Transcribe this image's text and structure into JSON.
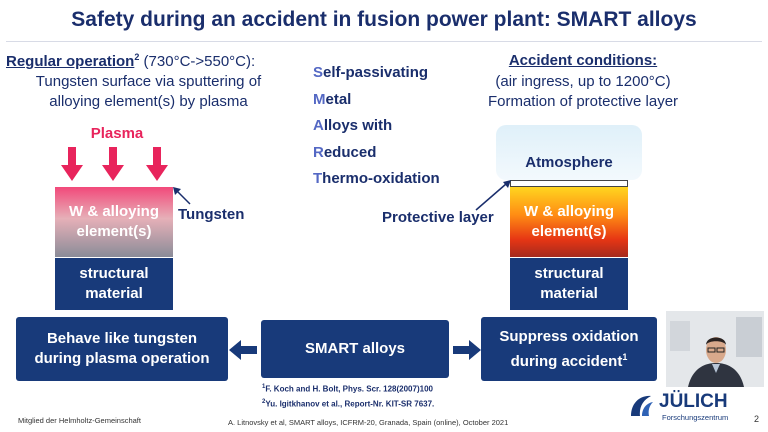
{
  "title": "Safety during an accident in fusion power plant: SMART alloys",
  "left": {
    "header": "Regular operation",
    "header_sup": "2",
    "header_temp": " (730°C->550°C):",
    "desc_line1": "Tungsten surface via sputtering of",
    "desc_line2": "alloying element(s) by plasma",
    "plasma_label": "Plasma",
    "box_line1": "W & alloying",
    "box_line2": "element(s)",
    "tungsten_label": "Tungsten",
    "struct_line1": "structural",
    "struct_line2": "material"
  },
  "smart_acronym": [
    {
      "initial": "S",
      "rest": "elf-passivating"
    },
    {
      "initial": "M",
      "rest": "etal"
    },
    {
      "initial": "A",
      "rest": "lloys with"
    },
    {
      "initial": "R",
      "rest": "educed"
    },
    {
      "initial": "T",
      "rest": "hermo-oxidation"
    }
  ],
  "right": {
    "header": "Accident conditions:",
    "desc_line1": "(air ingress, up to 1200°C)",
    "desc_line2": "Formation of protective layer",
    "atmosphere_label": "Atmosphere",
    "protective_label": "Protective layer",
    "box_line1": "W & alloying",
    "box_line2": "element(s)",
    "struct_line1": "structural",
    "struct_line2": "material"
  },
  "bottom": {
    "left_line1": "Behave like tungsten",
    "left_line2": "during plasma operation",
    "center": "SMART alloys",
    "right_line1": "Suppress oxidation",
    "right_line2": "during accident",
    "right_sup": "1"
  },
  "refs": [
    {
      "num": "1",
      "text": "F. Koch and H. Bolt, Phys. Scr. 128(2007)100"
    },
    {
      "num": "2",
      "text": "Yu. Igitkhanov et al., Report-Nr. KIT-SR 7637."
    }
  ],
  "footer": {
    "left": "Mitglied der Helmholtz-Gemeinschaft",
    "center": "A. Litnovsky et al, SMART alloys, ICFRM-20, Granada, Spain (online), October 2021",
    "logo_word": "JÜLICH",
    "logo_sub": "Forschungszentrum",
    "page": "2"
  },
  "colors": {
    "navy": "#183a7a",
    "title": "#1a2e6c",
    "accent": "#5468c4",
    "plasma": "#e8245c"
  },
  "icons": [
    "plasma-arrow-icon",
    "left-arrow-icon",
    "right-arrow-icon",
    "juelich-logo-icon",
    "presenter-video"
  ]
}
